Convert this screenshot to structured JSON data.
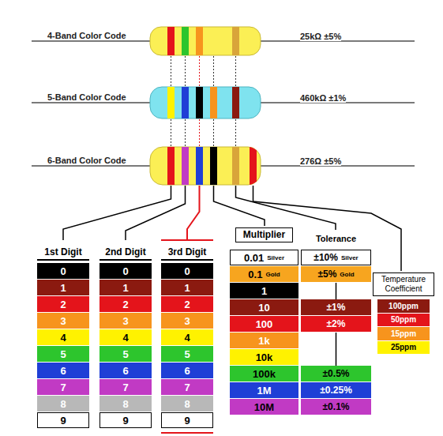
{
  "diagram": {
    "nodes": [
      {
        "text": [
          "1st Digit"
        ]
      },
      {
        "text": [
          "0"
        ],
        "in": 0
      },
      {
        "text": [
          "1"
        ],
        "in": 0
      },
      {
        "text": [
          "2"
        ],
        "in": 0
      },
      {
        "text": [
          "3"
        ],
        "in": 0
      },
      {
        "text": [
          "4"
        ],
        "in": 0
      },
      {
        "text": [
          "5"
        ],
        "in": 0
      },
      {
        "text": [
          "6"
        ],
        "in": 0
      },
      {
        "text": [
          "7"
        ],
        "in": 0
      },
      {
        "text": [
          "8"
        ],
        "in": 0
      },
      {
        "text": [
          "9"
        ],
        "in": 0
      },
      {
        "text": [
          "2nd Digit"
        ]
      },
      {
        "text": [
          "0"
        ],
        "in": 11
      },
      {
        "text": [
          "1"
        ],
        "in": 11
      },
      {
        "text": [
          "2"
        ],
        "in": 11
      },
      {
        "text": [
          "3"
        ],
        "in": 11
      },
      {
        "text": [
          "4"
        ],
        "in": 11
      },
      {
        "text": [
          "5"
        ],
        "in": 11
      },
      {
        "text": [
          "6"
        ],
        "in": 11
      },
      {
        "text": [
          "7"
        ],
        "in": 11
      },
      {
        "text": [
          "8"
        ],
        "in": 11
      },
      {
        "text": [
          "9"
        ],
        "in": 11
      },
      {
        "text": [
          "3rd Digit"
        ]
      },
      {
        "text": [
          "0"
        ],
        "in": 22
      },
      {
        "text": [
          "1"
        ],
        "in": 22
      },
      {
        "text": [
          "2"
        ],
        "in": 22
      },
      {
        "text": [
          "3"
        ],
        "in": 22
      },
      {
        "text": [
          "4"
        ],
        "in": 22
      },
      {
        "text": [
          "5"
        ],
        "in": 22
      },
      {
        "text": [
          "6"
        ],
        "in": 22
      },
      {
        "text": [
          "7"
        ],
        "in": 22
      },
      {
        "text": [
          "8"
        ],
        "in": 22
      },
      {
        "text": [
          "9"
        ],
        "in": 22
      },
      {
        "text": [
          "Multiplier"
        ]
      },
      {
        "text": [
          "0.01",
          "Silver"
        ],
        "in": 33
      },
      {
        "text": [
          "0.1",
          "Gold"
        ],
        "in": 33
      },
      {
        "text": [
          "1"
        ],
        "in": 33
      },
      {
        "text": [
          "10"
        ],
        "in": 33
      },
      {
        "text": [
          "100"
        ],
        "in": 33
      },
      {
        "text": [
          "1k"
        ],
        "in": 33
      },
      {
        "text": [
          "10k"
        ],
        "in": 33
      },
      {
        "text": [
          "100k"
        ],
        "in": 33
      },
      {
        "text": [
          "1M"
        ],
        "in": 33
      },
      {
        "text": [
          "10M"
        ],
        "in": 33
      },
      {
        "text": [
          "Tolerance"
        ]
      },
      {
        "text": [
          "±10%",
          "Silver"
        ],
        "in": 44
      },
      {
        "text": [
          "±5%",
          "Gold"
        ],
        "in": 44
      },
      {
        "text": [
          "±1%"
        ],
        "in": 44
      },
      {
        "text": [
          "±2%"
        ],
        "in": 44
      },
      {
        "text": [
          "±0.5%"
        ],
        "in": 44
      },
      {
        "text": [
          "±0.25%"
        ],
        "in": 44
      },
      {
        "text": [
          "±0.1%"
        ],
        "in": 44
      },
      {
        "text": [
          "Temperature Coefficient"
        ]
      },
      {
        "text": [
          "100ppm"
        ],
        "in": 52
      },
      {
        "text": [
          "50ppm"
        ],
        "in": 52
      },
      {
        "text": [
          "15ppm"
        ],
        "in": 52
      },
      {
        "text": [
          "25ppm"
        ],
        "in": 52
      }
    ],
    "labels": [
      "4-Band Color Code",
      "25kΩ ±5%",
      "5-Band Color Code",
      "460kΩ ±1%",
      "6-Band Color Code",
      "276Ω ±5%"
    ]
  }
}
